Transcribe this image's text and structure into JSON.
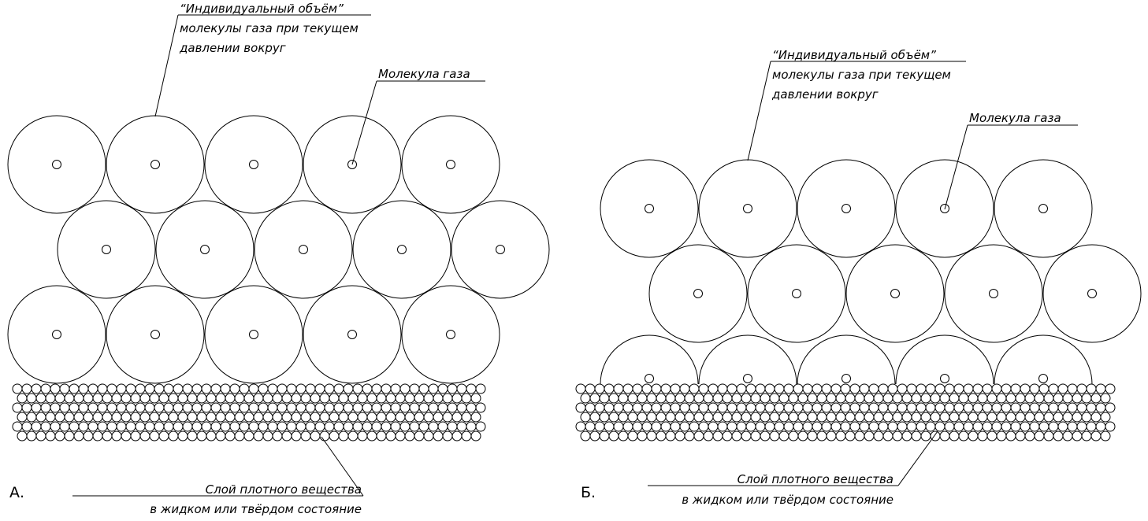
{
  "panels": [
    {
      "label": "А.",
      "volume_note": [
        "“Индивидуальный объём”",
        "молекулы газа при текущем",
        "давлении вокруг"
      ],
      "molecule_note": "Молекула газа",
      "layer_note": [
        "Слой плотного вещества",
        "в жидком или твёрдом состояние"
      ]
    },
    {
      "label": "Б.",
      "volume_note": [
        "“Индивидуальный объём”",
        "молекулы газа при текущем",
        "давлении вокруг"
      ],
      "molecule_note": "Молекула газа",
      "layer_note": [
        "Слой плотного вещества",
        "в жидком или твёрдом состояние"
      ]
    }
  ],
  "style": {
    "stroke_color": "#000000",
    "background_color": "#ffffff"
  }
}
